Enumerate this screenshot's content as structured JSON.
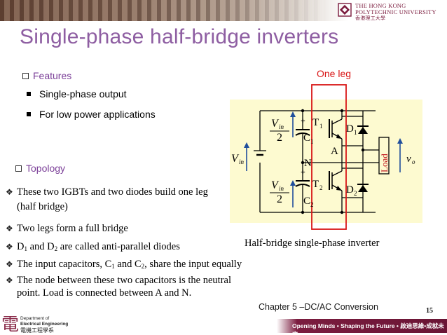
{
  "header": {
    "university_line1": "THE HONG KONG",
    "university_line2": "POLYTECHNIC UNIVERSITY",
    "university_cn": "香港理工大學"
  },
  "slide": {
    "title": "Single-phase half-bridge inverters",
    "features_heading": "Features",
    "features": [
      "Single-phase output",
      "For low power applications"
    ],
    "topology_heading": "Topology",
    "points": [
      "These two IGBTs and two diodes build one leg",
      "(half bridge)",
      "Two legs form a full bridge",
      "The input capacitors, C",
      "The node between these two capacitors is the neutral",
      "point. Load is connected between A and N."
    ],
    "point_d": {
      "d1": "D",
      "s1": "1",
      "and": " and D",
      "s2": "2",
      "rest": " are called anti-parallel diodes"
    },
    "point_c": {
      "pre": "The input capacitors, C",
      "s1": "1",
      "mid": " and C",
      "s2": "2",
      "rest": ", share the input equally"
    },
    "one_leg_label": "One leg",
    "caption": "Half-bridge single-phase inverter",
    "chapter": "Chapter 5 –DC/AC Conversion",
    "page_number": "15"
  },
  "circuit": {
    "vin": "V",
    "vin_sub": "in",
    "two": "2",
    "plus": "+",
    "T1": "T",
    "T1_sub": "1",
    "T2": "T",
    "T2_sub": "2",
    "C1": "C",
    "C1_sub": "1",
    "C2": "C",
    "C2_sub": "2",
    "D1": "D",
    "D1_sub": "1",
    "D2": "D",
    "D2_sub": "2",
    "node_a": "A",
    "node_n": "N",
    "load": "Load",
    "vo": "v",
    "vo_sub": "o"
  },
  "footer": {
    "dept_glyph": "電",
    "dept_line1": "Department of",
    "dept_line2": "Electrical Engineering",
    "dept_cn": "電機工程學系",
    "slogan": "Opening Minds • Shaping the Future • 啟迪思維•成就未來"
  },
  "colors": {
    "title": "#8e5ea2",
    "heading": "#7b3f98",
    "one_leg": "#d91616",
    "circuit_bg": "#fdfad0",
    "accent_band": "#7b1c3f"
  }
}
